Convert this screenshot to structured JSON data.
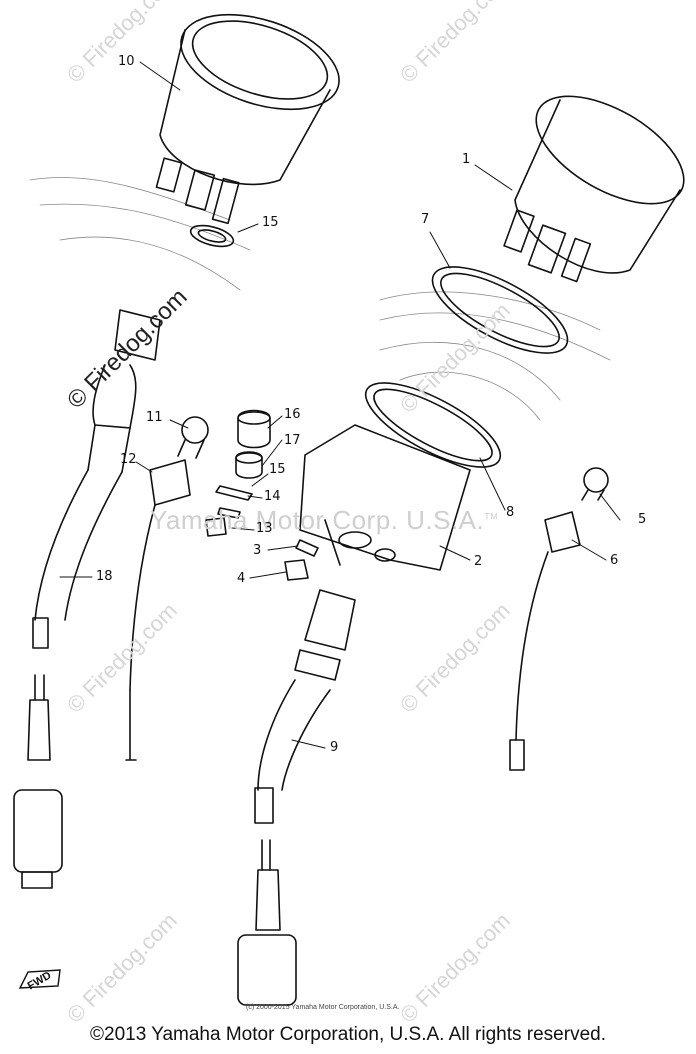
{
  "watermark": "© Firedog.com",
  "watermark_center": "Yamaha Motor Corp. U.S.A.",
  "watermark_tm": "TM",
  "callouts": [
    "1",
    "2",
    "3",
    "4",
    "5",
    "6",
    "7",
    "8",
    "9",
    "10",
    "11",
    "12",
    "13",
    "14",
    "15",
    "15",
    "16",
    "17",
    "18"
  ],
  "fwd_label": "FWD",
  "small_copyright": "(c) 2000-2015 Yamaha Motor Corporation, U.S.A.",
  "footer": "©2013 Yamaha Motor Corporation, U.S.A. All rights reserved."
}
